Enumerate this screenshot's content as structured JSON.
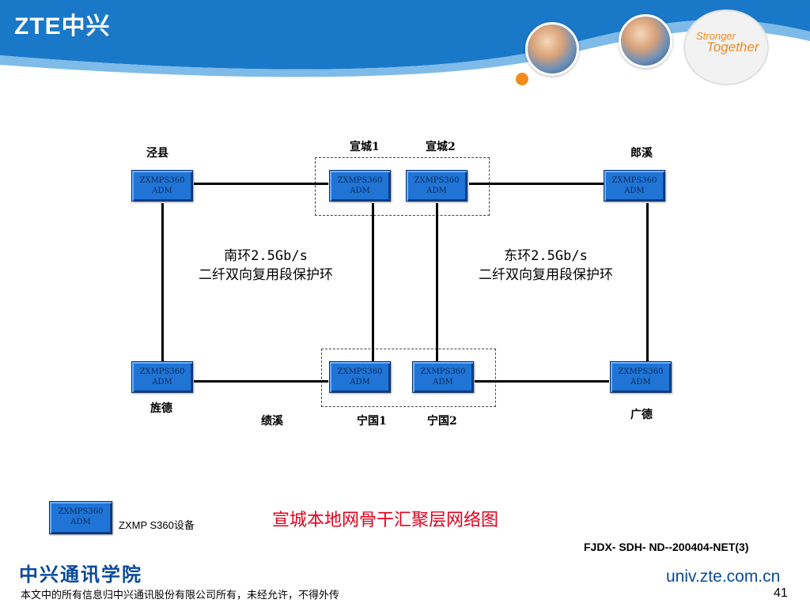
{
  "header": {
    "logo_text": "ZTE中兴",
    "slogan_line1": "Stronger",
    "slogan_line2": "Together",
    "accent_color": "#f28c1e",
    "banner_color": "#1a78c8"
  },
  "diagram": {
    "device_line1": "ZXMPS360",
    "device_line2": "ADM",
    "sites": {
      "jingxian": "泾县",
      "xuancheng1": "宣城1",
      "xuancheng2": "宣城2",
      "langxi": "郎溪",
      "jingde": "旌德",
      "jixi": "绩溪",
      "ningguo1": "宁国1",
      "ningguo2": "宁国2",
      "guangde": "广德"
    },
    "south_ring_line1": "南环2.5Gb/s",
    "south_ring_line2": "二纤双向复用段保护环",
    "east_ring_line1": "东环2.5Gb/s",
    "east_ring_line2": "二纤双向复用段保护环"
  },
  "legend": {
    "text": "ZXMP S360设备"
  },
  "title": "宣城本地网骨干汇聚层网络图",
  "doc_id": "FJDX- SDH- ND--200404-NET(3)",
  "footer": {
    "org": "中兴通讯学院",
    "note": "本文中的所有信息归中兴通讯股份有限公司所有，未经允许，不得外传",
    "site": "univ.zte.com.cn",
    "page": "41"
  }
}
